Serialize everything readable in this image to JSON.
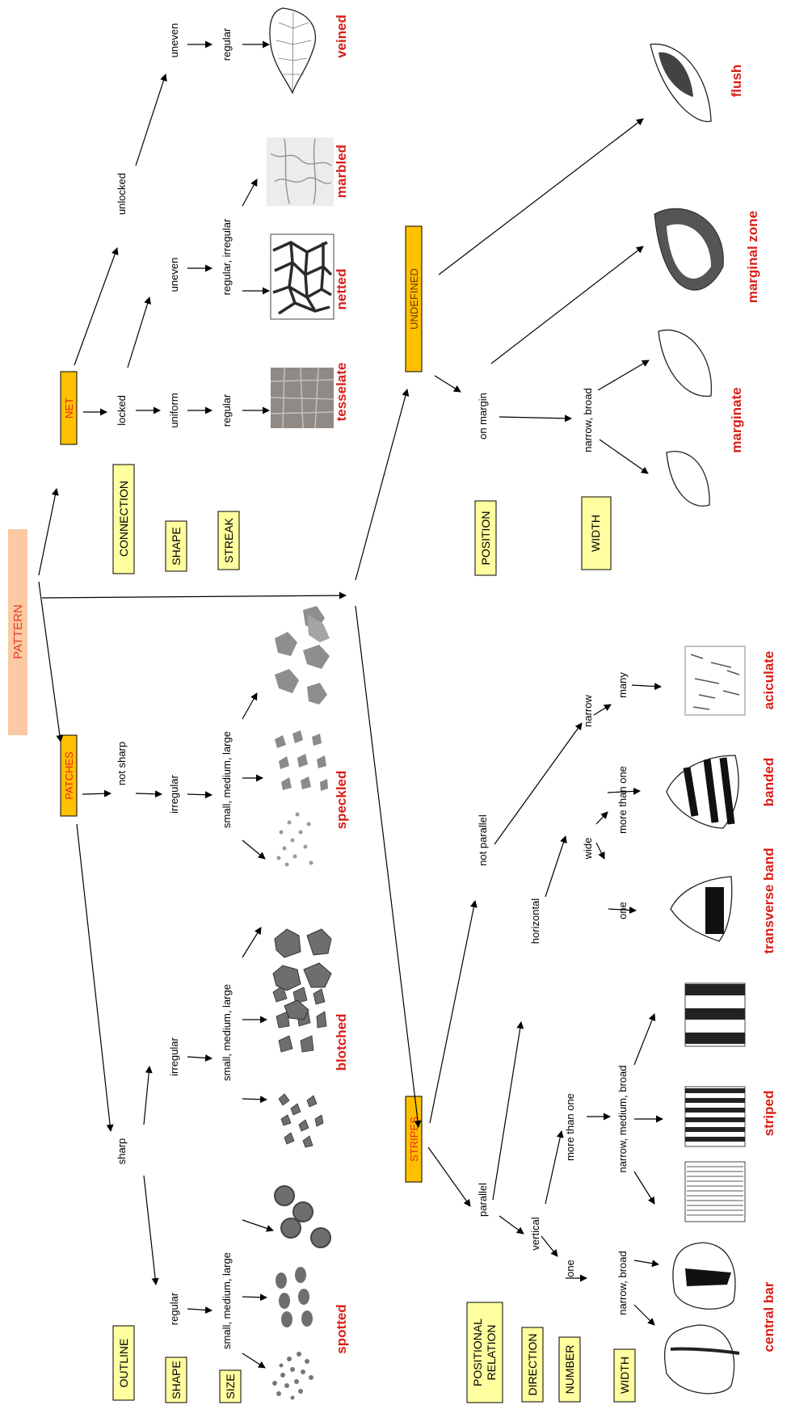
{
  "root": "PATTERN",
  "nodes": {
    "patches": "PATCHES",
    "net": "NET",
    "stripes": "STRIPES",
    "undefined": "UNDEFINED"
  },
  "category_boxes": {
    "outline": "OUTLINE",
    "shape_patches": "SHAPE",
    "size": "SIZE",
    "connection": "CONNECTION",
    "shape_net": "SHAPE",
    "streak": "STREAK",
    "positional_relation": [
      "POSITIONAL",
      "RELATION"
    ],
    "direction": "DIRECTION",
    "number": "NUMBER",
    "width_stripes": "WIDTH",
    "position": "POSITION",
    "width_undefined": "WIDTH"
  },
  "labels": {
    "sharp": "sharp",
    "not_sharp": "not sharp",
    "regular": "regular",
    "irregular": "irregular",
    "size_values": "small, medium, large",
    "locked": "locked",
    "unlocked": "unlocked",
    "uniform": "uniform",
    "uneven": "uneven",
    "regular_irregular": "regular, irregular",
    "parallel": "parallel",
    "not_parallel": "not parallel",
    "vertical": "vertical",
    "horizontal": "horizontal",
    "one": "one",
    "more_than_one": "more than one",
    "narrow_broad": "narrow, broad",
    "narrow_medium_broad": "narrow, medium, broad",
    "wide": "wide",
    "narrow": "narrow",
    "many": "many",
    "on_margin": "on margin"
  },
  "results": {
    "spotted": "spotted",
    "blotched": "blotched",
    "speckled": "speckled",
    "tesselate": "tesselate",
    "netted": "netted",
    "marbled": "marbled",
    "veined": "veined",
    "central_bar": "central bar",
    "striped": "striped",
    "transverse_band": "transverse  band",
    "banded": "banded",
    "aciculate": "aciculate",
    "marginate": "marginate",
    "marginal_zone": "marginal  zone",
    "flush": "flush"
  },
  "colors": {
    "root_fill": "#fbc9a3",
    "node_fill": "#ffc000",
    "category_fill": "#ffffa0",
    "result_text": "#d91e18",
    "blob_fill": "#7a7a7a"
  }
}
